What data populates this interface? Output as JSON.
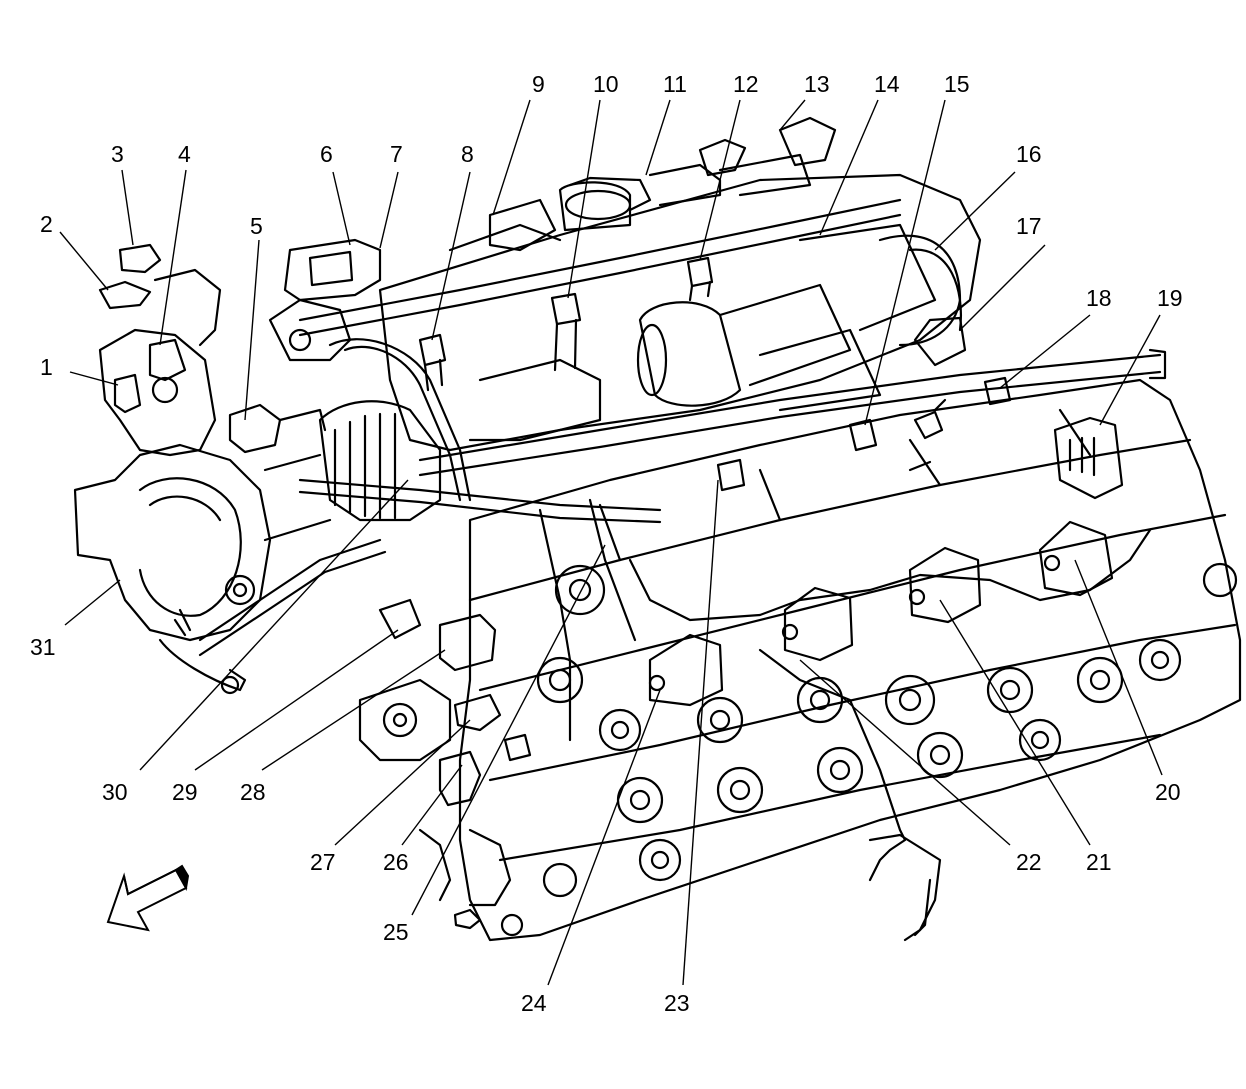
{
  "diagram": {
    "colors": {
      "ink": "#000000",
      "paper": "#ffffff"
    },
    "callouts": [
      {
        "id": "c1",
        "text": "1"
      },
      {
        "id": "c2",
        "text": "2"
      },
      {
        "id": "c3",
        "text": "3"
      },
      {
        "id": "c4",
        "text": "4"
      },
      {
        "id": "c5",
        "text": "5"
      },
      {
        "id": "c6",
        "text": "6"
      },
      {
        "id": "c7",
        "text": "7"
      },
      {
        "id": "c8",
        "text": "8"
      },
      {
        "id": "c9",
        "text": "9"
      },
      {
        "id": "c10",
        "text": "10"
      },
      {
        "id": "c11",
        "text": "11"
      },
      {
        "id": "c12",
        "text": "12"
      },
      {
        "id": "c13",
        "text": "13"
      },
      {
        "id": "c14",
        "text": "14"
      },
      {
        "id": "c15",
        "text": "15"
      },
      {
        "id": "c16",
        "text": "16"
      },
      {
        "id": "c17",
        "text": "17"
      },
      {
        "id": "c18",
        "text": "18"
      },
      {
        "id": "c19",
        "text": "19"
      },
      {
        "id": "c20",
        "text": "20"
      },
      {
        "id": "c21",
        "text": "21"
      },
      {
        "id": "c22",
        "text": "22"
      },
      {
        "id": "c23",
        "text": "23"
      },
      {
        "id": "c24",
        "text": "24"
      },
      {
        "id": "c25",
        "text": "25"
      },
      {
        "id": "c26",
        "text": "26"
      },
      {
        "id": "c27",
        "text": "27"
      },
      {
        "id": "c28",
        "text": "28"
      },
      {
        "id": "c29",
        "text": "29"
      },
      {
        "id": "c30",
        "text": "30"
      },
      {
        "id": "c31",
        "text": "31"
      }
    ],
    "direction_arrow_icon": "front-direction-arrow-icon"
  }
}
